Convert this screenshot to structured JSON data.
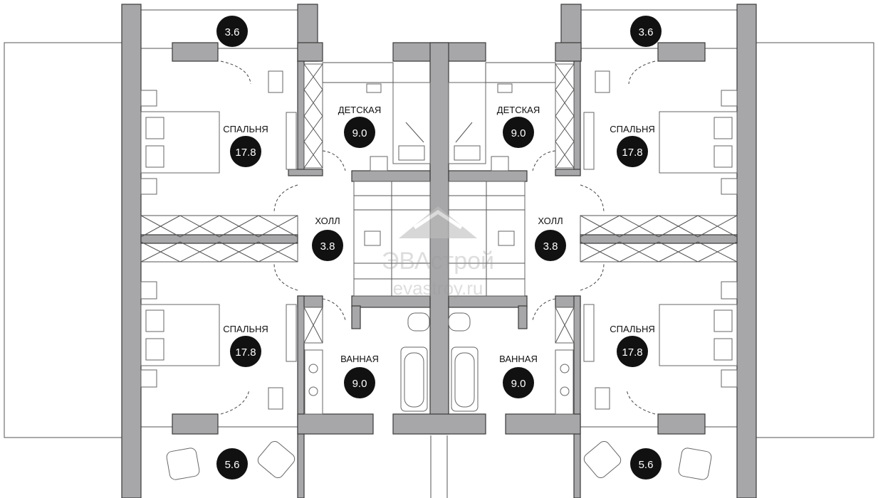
{
  "plan": {
    "rooms": {
      "tl_balcony": {
        "label": "",
        "area": "3.6"
      },
      "tr_balcony": {
        "label": "",
        "area": "3.6"
      },
      "tl_bedroom": {
        "label": "СПАЛЬНЯ",
        "area": "17.8"
      },
      "tr_bedroom": {
        "label": "СПАЛЬНЯ",
        "area": "17.8"
      },
      "l_kids": {
        "label": "ДЕТСКАЯ",
        "area": "9.0"
      },
      "r_kids": {
        "label": "ДЕТСКАЯ",
        "area": "9.0"
      },
      "l_hall": {
        "label": "ХОЛЛ",
        "area": "3.8"
      },
      "r_hall": {
        "label": "ХОЛЛ",
        "area": "3.8"
      },
      "bl_bedroom": {
        "label": "СПАЛЬНЯ",
        "area": "17.8"
      },
      "br_bedroom": {
        "label": "СПАЛЬНЯ",
        "area": "17.8"
      },
      "l_bath": {
        "label": "ВАННАЯ",
        "area": "9.0"
      },
      "r_bath": {
        "label": "ВАННАЯ",
        "area": "9.0"
      },
      "bl_balcony": {
        "label": "",
        "area": "5.6"
      },
      "br_balcony": {
        "label": "",
        "area": "5.6"
      }
    },
    "watermark": {
      "brand": "ЭВАстрой",
      "site": "evastroy.ru"
    }
  }
}
